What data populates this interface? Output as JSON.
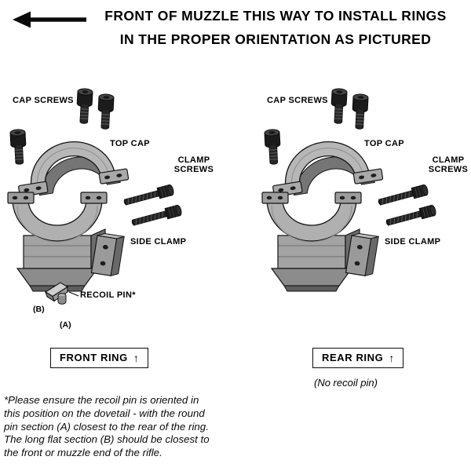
{
  "colors": {
    "ink": "#000000",
    "part_gray": "#b0b0b0",
    "screw_black": "#1b1b1b",
    "background": "#ffffff"
  },
  "header": {
    "arrow_icon": "left-arrow",
    "title": "FRONT OF MUZZLE THIS WAY TO INSTALL RINGS\nIN THE PROPER ORIENTATION AS PICTURED"
  },
  "front_ring": {
    "labels": {
      "cap_screws": "CAP SCREWS",
      "top_cap": "TOP CAP",
      "clamp_screws": "CLAMP\nSCREWS",
      "side_clamp": "SIDE CLAMP",
      "recoil_pin": "RECOIL PIN*",
      "pin_b": "(B)",
      "pin_a": "(A)"
    },
    "caption": "FRONT RING",
    "caption_arrow": "↑"
  },
  "rear_ring": {
    "labels": {
      "cap_screws": "CAP SCREWS",
      "top_cap": "TOP CAP",
      "clamp_screws": "CLAMP\nSCREWS",
      "side_clamp": "SIDE CLAMP"
    },
    "caption": "REAR RING",
    "caption_arrow": "↑",
    "note": "(No recoil pin)"
  },
  "footnote": "*Please ensure the recoil pin is oriented in\nthis position on the dovetail - with the round\npin section (A) closest to the rear of the ring.\nThe long flat section (B) should be closest to\nthe front or muzzle end of the rifle."
}
